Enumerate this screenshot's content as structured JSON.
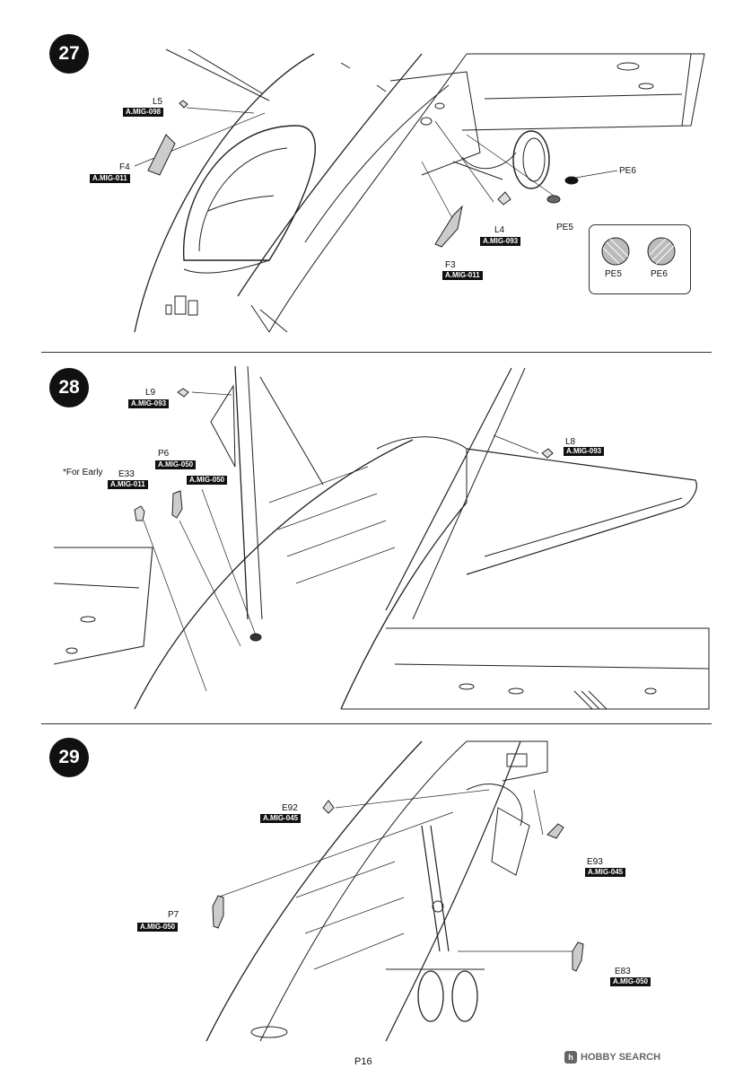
{
  "steps": [
    {
      "number": "27",
      "callouts": [
        {
          "name": "L5",
          "code": "A.MIG-098"
        },
        {
          "name": "F4",
          "code": "A.MIG-011"
        },
        {
          "name": "F3",
          "code": "A.MIG-011"
        },
        {
          "name": "L4",
          "code": "A.MIG-093"
        },
        {
          "name": "PE6"
        },
        {
          "name": "PE5"
        }
      ],
      "pe_box": [
        "PE5",
        "PE6"
      ]
    },
    {
      "number": "28",
      "callouts": [
        {
          "name": "L9",
          "code": "A.MIG-093"
        },
        {
          "name": "L8",
          "code": "A.MIG-093"
        },
        {
          "name": "E33",
          "code": "A.MIG-011"
        },
        {
          "name": "P6",
          "code": "A.MIG-050"
        },
        {
          "name": "",
          "code": "A.MIG-050"
        }
      ],
      "note": "*For Early"
    },
    {
      "number": "29",
      "callouts": [
        {
          "name": "E92",
          "code": "A.MIG-045"
        },
        {
          "name": "E93",
          "code": "A.MIG-045"
        },
        {
          "name": "P7",
          "code": "A.MIG-050"
        },
        {
          "name": "E83",
          "code": "A.MIG-050"
        }
      ]
    }
  ],
  "footer": {
    "page_number": "P16",
    "watermark": "HOBBY SEARCH",
    "watermark_logo": "h"
  }
}
